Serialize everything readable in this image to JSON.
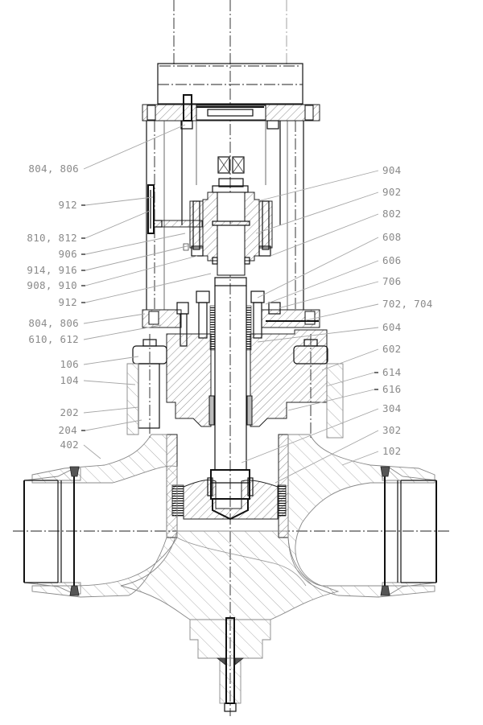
{
  "drawing": {
    "title": "Valve sectional assembly drawing",
    "line_color": "#111111",
    "leader_color": "#a6a6a6",
    "label_color": "#8a8a8a"
  },
  "labels_left": [
    {
      "id": "l1",
      "text": "804, 806"
    },
    {
      "id": "l2",
      "text": "912"
    },
    {
      "id": "l3",
      "text": "810, 812"
    },
    {
      "id": "l4",
      "text": "906"
    },
    {
      "id": "l5",
      "text": "914, 916"
    },
    {
      "id": "l6",
      "text": "908, 910"
    },
    {
      "id": "l7",
      "text": "912"
    },
    {
      "id": "l8",
      "text": "804, 806"
    },
    {
      "id": "l9",
      "text": "610, 612"
    },
    {
      "id": "l10",
      "text": "106"
    },
    {
      "id": "l11",
      "text": "104"
    },
    {
      "id": "l12",
      "text": "202"
    },
    {
      "id": "l13",
      "text": "204"
    },
    {
      "id": "l14",
      "text": "402"
    }
  ],
  "labels_right": [
    {
      "id": "r1",
      "text": "904"
    },
    {
      "id": "r2",
      "text": "902"
    },
    {
      "id": "r3",
      "text": "802"
    },
    {
      "id": "r4",
      "text": "608"
    },
    {
      "id": "r5",
      "text": "606"
    },
    {
      "id": "r6",
      "text": "706"
    },
    {
      "id": "r7",
      "text": "702, 704"
    },
    {
      "id": "r8",
      "text": "604"
    },
    {
      "id": "r9",
      "text": "602"
    },
    {
      "id": "r10",
      "text": "614"
    },
    {
      "id": "r11",
      "text": "616"
    },
    {
      "id": "r12",
      "text": "304"
    },
    {
      "id": "r13",
      "text": "302"
    },
    {
      "id": "r14",
      "text": "102"
    }
  ]
}
